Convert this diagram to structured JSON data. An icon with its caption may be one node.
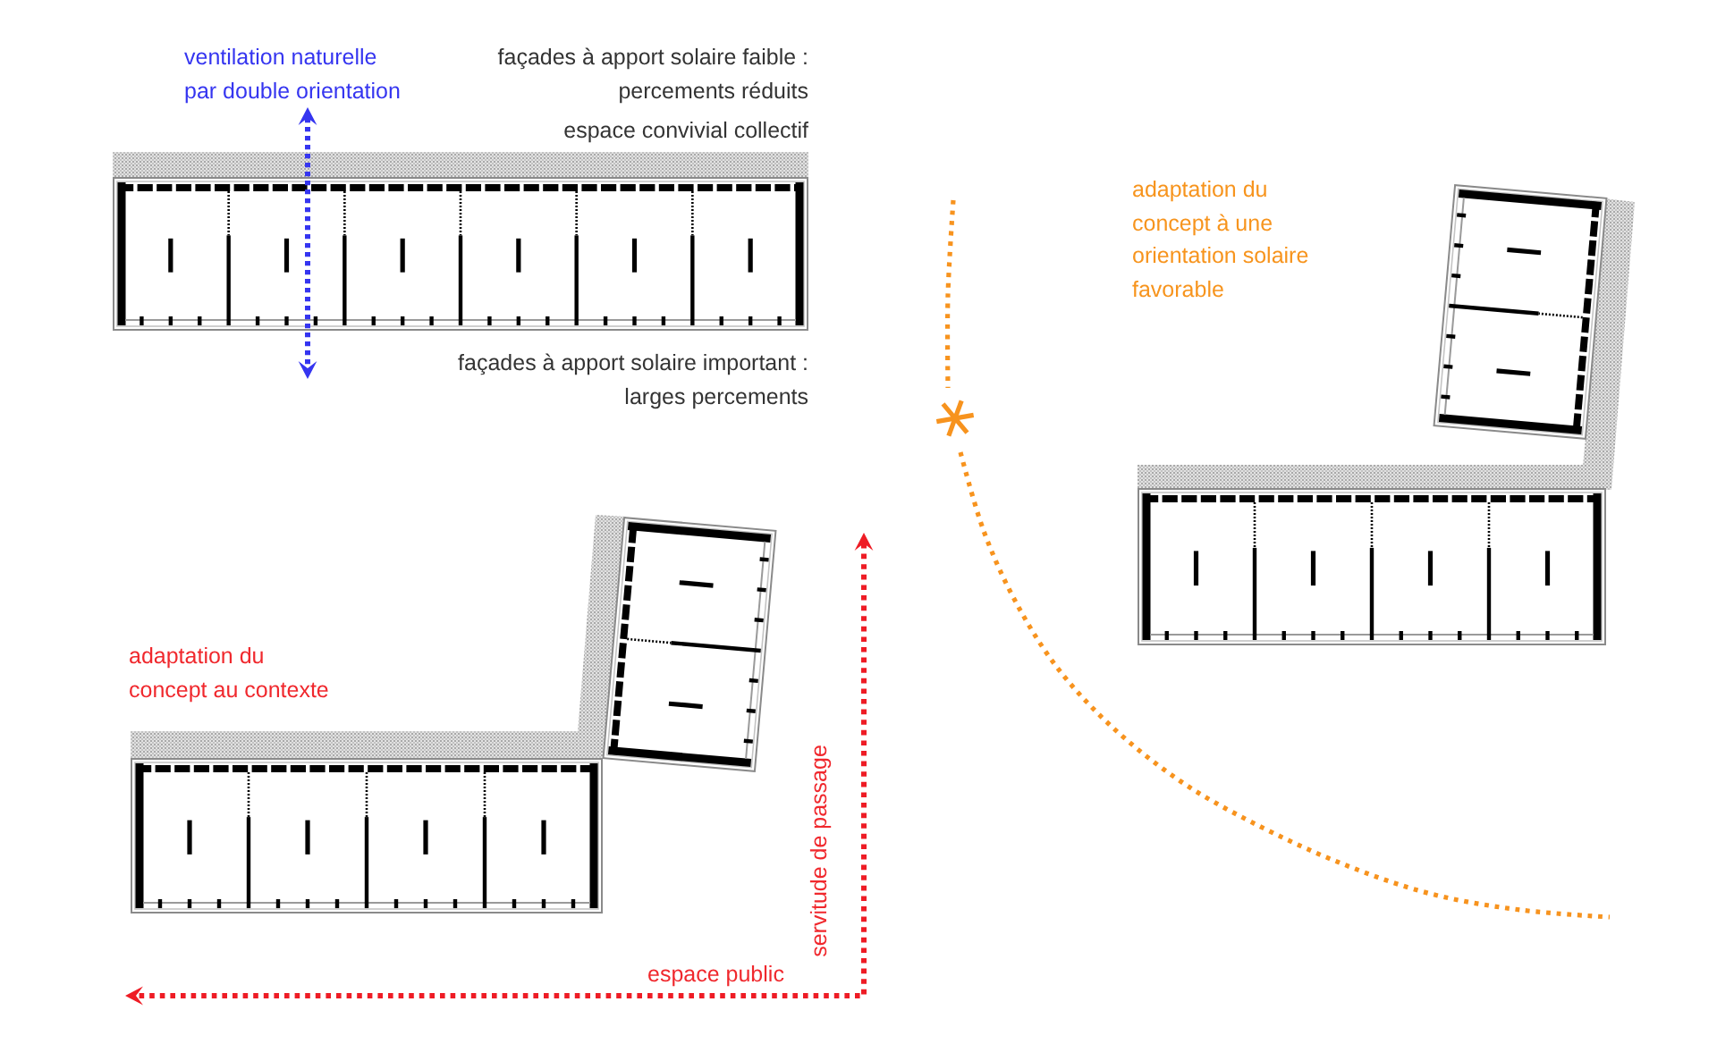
{
  "diagram": {
    "labels": [
      "ventilation naturelle par double orientation",
      "façades à apport solaire faible : percements réduits",
      "espace convivial collectif",
      "façades à apport solaire important : larges percements",
      "adaptation du concept à une orientation solaire favorable",
      "adaptation du concept au contexte",
      "servitude de passage",
      "espace public"
    ]
  }
}
